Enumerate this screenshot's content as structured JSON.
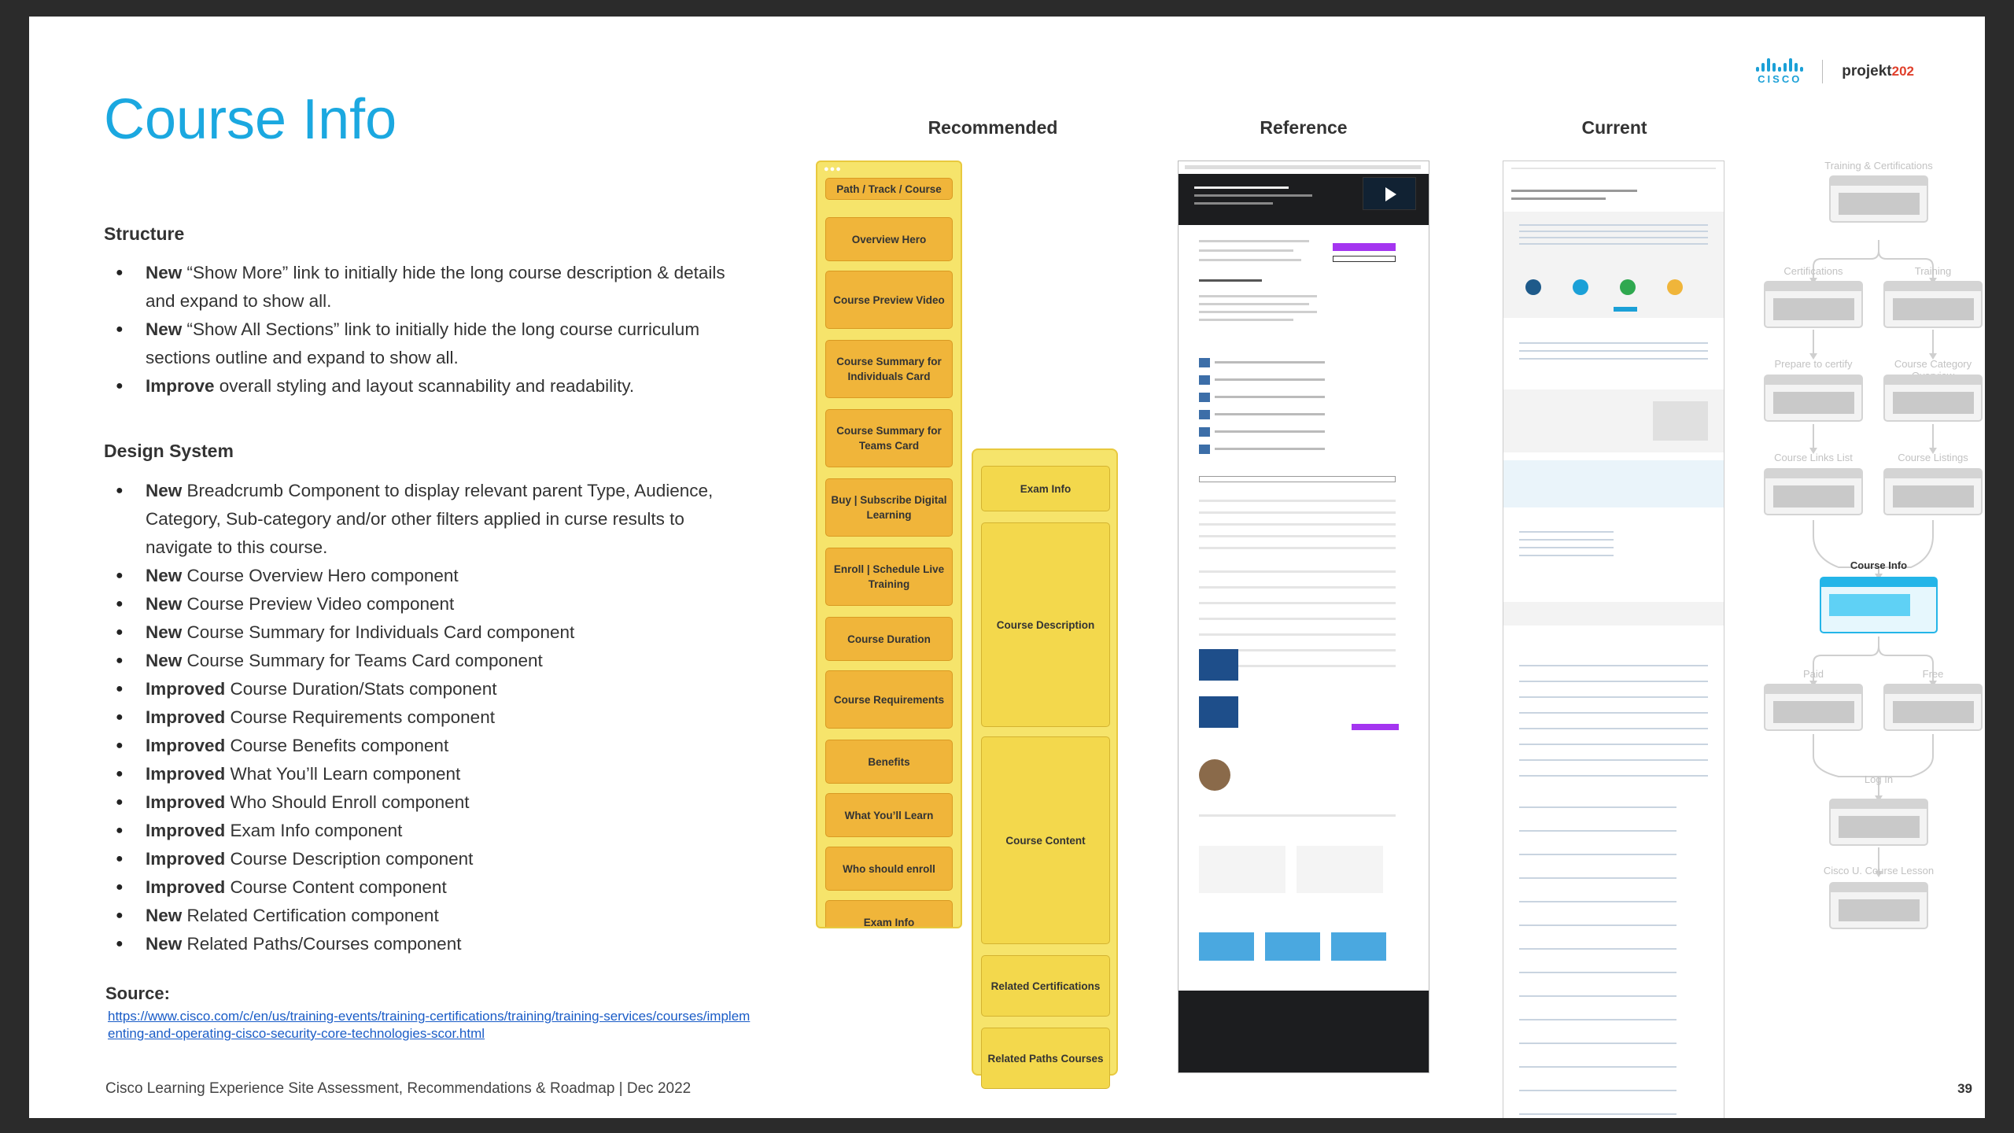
{
  "title": "Course Info",
  "structure": {
    "heading": "Structure",
    "items": [
      {
        "bold": "New",
        "text": " “Show More” link to initially hide the long course description & details and expand to show all."
      },
      {
        "bold": "New",
        "text": " “Show All Sections” link to initially hide the long course curriculum sections outline and expand to show all."
      },
      {
        "bold": "Improve",
        "text": " overall styling and layout scannability and readability."
      }
    ]
  },
  "design_system": {
    "heading": "Design System",
    "items": [
      {
        "bold": "New",
        "text": " Breadcrumb Component to display relevant parent Type, Audience, Category, Sub-category and/or other filters applied in curse results to navigate to this course."
      },
      {
        "bold": "New",
        "text": " Course Overview Hero component"
      },
      {
        "bold": "New",
        "text": " Course Preview Video component"
      },
      {
        "bold": "New",
        "text": " Course Summary for Individuals Card component"
      },
      {
        "bold": "New",
        "text": " Course Summary for Teams Card component"
      },
      {
        "bold": "Improved",
        "text": " Course Duration/Stats component"
      },
      {
        "bold": "Improved",
        "text": " Course Requirements component"
      },
      {
        "bold": "Improved",
        "text": " Course Benefits component"
      },
      {
        "bold": "Improved",
        "text": " What You’ll Learn component"
      },
      {
        "bold": "Improved",
        "text": " Who Should Enroll component"
      },
      {
        "bold": "Improved",
        "text": " Exam Info component"
      },
      {
        "bold": "Improved",
        "text": " Course Description component"
      },
      {
        "bold": "Improved",
        "text": " Course Content component"
      },
      {
        "bold": "New",
        "text": " Related Certification component"
      },
      {
        "bold": "New",
        "text": " Related Paths/Courses component"
      }
    ]
  },
  "source": {
    "label": "Source:",
    "url": "https://www.cisco.com/c/en/us/training-events/training-certifications/training/training-services/courses/implementing-and-operating-cisco-security-core-technologies-scor.html"
  },
  "footer": {
    "text": "Cisco Learning Experience Site Assessment, Recommendations & Roadmap   |   Dec  2022",
    "page": "39"
  },
  "logo": {
    "cisco": "CISCO",
    "projekt": "projekt",
    "projekt_num": "202"
  },
  "columns": {
    "recommended": "Recommended",
    "reference": "Reference",
    "current": "Current"
  },
  "recommended": {
    "col1": [
      "Path / Track / Course",
      "Overview Hero",
      "Course Preview Video",
      "Course Summary for Individuals Card",
      "Course Summary for Teams Card",
      "Buy | Subscribe Digital Learning",
      "Enroll | Schedule Live Training",
      "Course Duration",
      "Course Requirements",
      "Benefits",
      "What You’ll Learn",
      "Who should enroll",
      "Exam Info"
    ],
    "col2": [
      "Exam Info",
      "Course Description",
      "Course Content",
      "Related Certifications",
      "Related Paths Courses"
    ]
  },
  "flow": {
    "top": "Training & Certifications",
    "certifications": "Certifications",
    "training": "Training",
    "prepare": "Prepare to certify",
    "category_overview": "Course Category Overview",
    "links_list": "Course Links List",
    "listings": "Course Listings",
    "course_info": "Course Info",
    "paid": "Paid",
    "free": "Free",
    "login": "Log In",
    "lesson": "Cisco U. Course Lesson"
  },
  "colors": {
    "title": "#1ba8e0",
    "recommended_fill": "#f6e46b",
    "recommended_card": "#f0b53a",
    "flow_active": "#24b5e8"
  }
}
